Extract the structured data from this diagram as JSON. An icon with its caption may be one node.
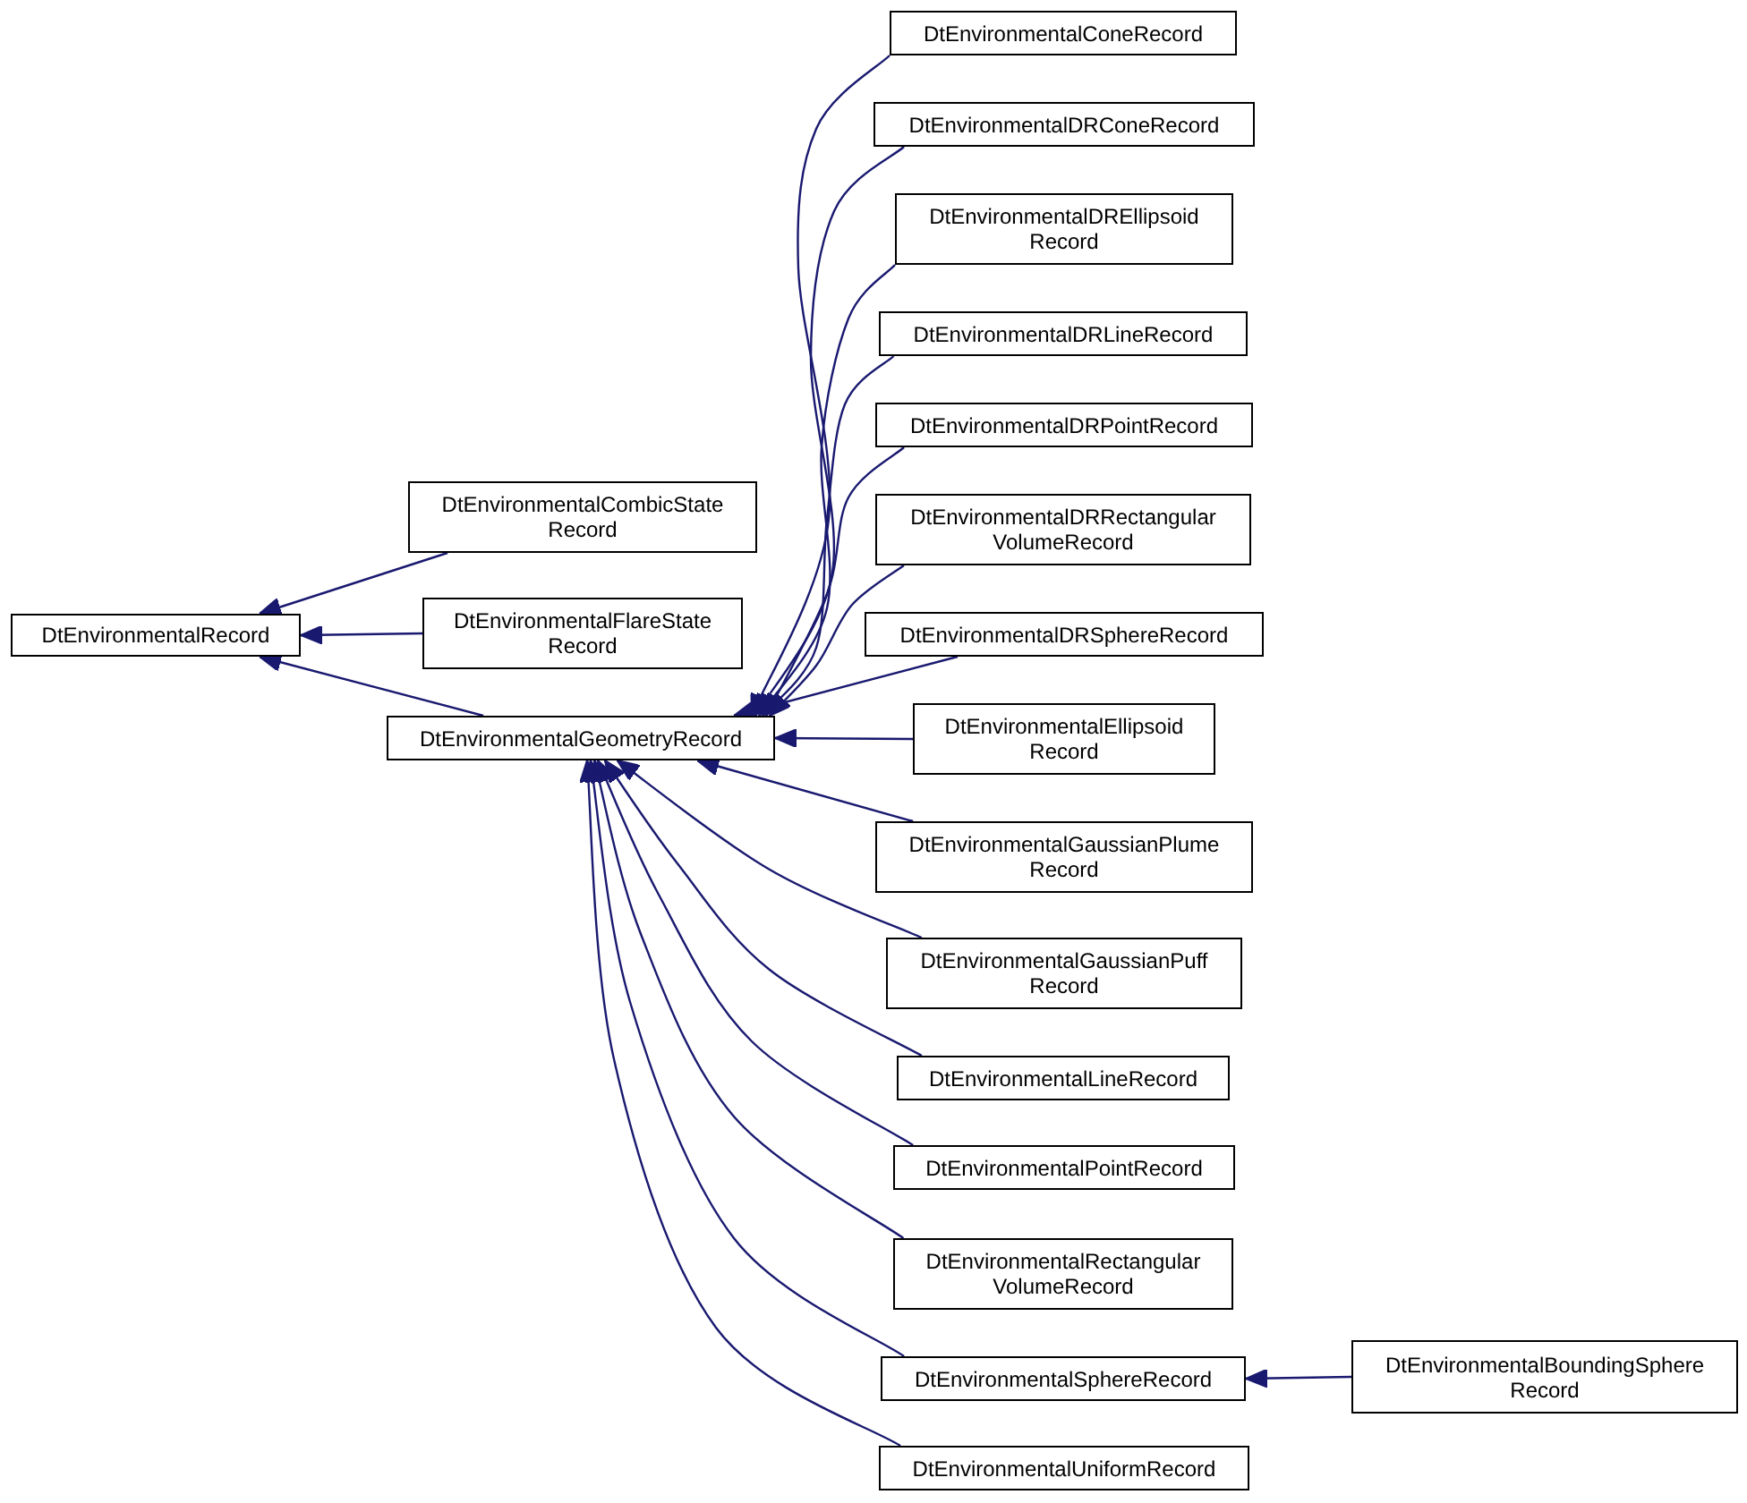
{
  "diagram": {
    "nodes": [
      {
        "text": [
          "DtEnvironmentalRecord"
        ]
      },
      {
        "text": [
          "DtEnvironmentalCombicState Record"
        ]
      },
      {
        "text": [
          "DtEnvironmentalFlareState Record"
        ]
      },
      {
        "text": [
          "DtEnvironmentalGeometryRecord"
        ]
      },
      {
        "text": [
          "DtEnvironmentalConeRecord"
        ]
      },
      {
        "text": [
          "DtEnvironmentalDRConeRecord"
        ]
      },
      {
        "text": [
          "DtEnvironmentalDREllipsoid Record"
        ]
      },
      {
        "text": [
          "DtEnvironmentalDRLineRecord"
        ]
      },
      {
        "text": [
          "DtEnvironmentalDRPointRecord"
        ]
      },
      {
        "text": [
          "DtEnvironmentalDRRectangular VolumeRecord"
        ]
      },
      {
        "text": [
          "DtEnvironmentalDRSphereRecord"
        ]
      },
      {
        "text": [
          "DtEnvironmentalEllipsoid Record"
        ]
      },
      {
        "text": [
          "DtEnvironmentalGaussianPlume Record"
        ]
      },
      {
        "text": [
          "DtEnvironmentalGaussianPuff Record"
        ]
      },
      {
        "text": [
          "DtEnvironmentalLineRecord"
        ]
      },
      {
        "text": [
          "DtEnvironmentalPointRecord"
        ]
      },
      {
        "text": [
          "DtEnvironmentalRectangular VolumeRecord"
        ]
      },
      {
        "text": [
          "DtEnvironmentalSphereRecord"
        ]
      },
      {
        "text": [
          "DtEnvironmentalBoundingSphere Record"
        ]
      },
      {
        "text": [
          "DtEnvironmentalUniformRecord"
        ]
      }
    ],
    "edges": [
      {
        "from": 1,
        "to": 0,
        "arrow": "to"
      },
      {
        "from": 2,
        "to": 0,
        "arrow": "to"
      },
      {
        "from": 3,
        "to": 0,
        "arrow": "to"
      },
      {
        "from": 4,
        "to": 3,
        "arrow": "to"
      },
      {
        "from": 5,
        "to": 3,
        "arrow": "to"
      },
      {
        "from": 6,
        "to": 3,
        "arrow": "to"
      },
      {
        "from": 7,
        "to": 3,
        "arrow": "to"
      },
      {
        "from": 8,
        "to": 3,
        "arrow": "to"
      },
      {
        "from": 9,
        "to": 3,
        "arrow": "to"
      },
      {
        "from": 10,
        "to": 3,
        "arrow": "to"
      },
      {
        "from": 11,
        "to": 3,
        "arrow": "to"
      },
      {
        "from": 12,
        "to": 3,
        "arrow": "to"
      },
      {
        "from": 13,
        "to": 3,
        "arrow": "to"
      },
      {
        "from": 14,
        "to": 3,
        "arrow": "to"
      },
      {
        "from": 15,
        "to": 3,
        "arrow": "to"
      },
      {
        "from": 16,
        "to": 3,
        "arrow": "to"
      },
      {
        "from": 17,
        "to": 3,
        "arrow": "to"
      },
      {
        "from": 18,
        "to": 17,
        "arrow": "to"
      },
      {
        "from": 19,
        "to": 3,
        "arrow": "to"
      }
    ]
  }
}
